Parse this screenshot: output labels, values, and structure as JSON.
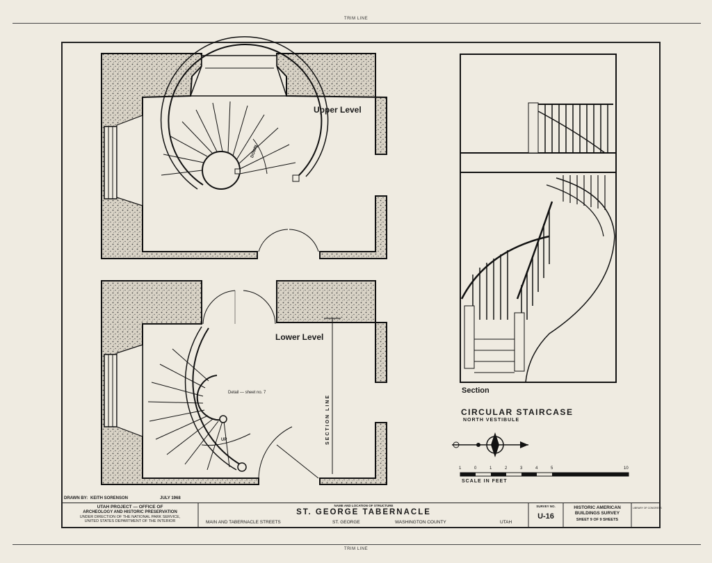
{
  "trim": {
    "top": "TRIM LINE",
    "bottom": "TRIM LINE"
  },
  "plan": {
    "upper_level": "Upper Level",
    "lower_level": "Lower Level",
    "down_arrow": "DOWN",
    "up_arrow": "UP",
    "detail_note": "Detail — sheet no. 7",
    "section_line": "SECTION LINE"
  },
  "section": {
    "label": "Section",
    "title": "CIRCULAR STAIRCASE",
    "subtitle": "NORTH VESTIBULE"
  },
  "scale": {
    "ticks": [
      "1",
      "0",
      "1",
      "2",
      "3",
      "4",
      "5",
      "10"
    ],
    "label": "SCALE IN FEET"
  },
  "drawn_by": {
    "label": "DRAWN BY:",
    "name": "KEITH SORENSON",
    "date": "JULY 1968"
  },
  "title_block": {
    "agency_line1": "UTAH PROJECT — OFFICE OF",
    "agency_line2": "ARCHEOLOGY AND HISTORIC PRESERVATION",
    "agency_line3": "UNDER DIRECTION OF THE NATIONAL PARK SERVICE,",
    "agency_line4": "UNITED STATES DEPARTMENT OF THE INTERIOR",
    "name_label": "NAME AND LOCATION OF STRUCTURE",
    "structure": "ST. GEORGE TABERNACLE",
    "address": "MAIN AND TABERNACLE STREETS",
    "city": "ST. GEORGE",
    "county": "WASHINGTON COUNTY",
    "state": "UTAH",
    "survey_label": "SURVEY NO.",
    "survey_no": "U-16",
    "habs_line1": "HISTORIC AMERICAN",
    "habs_line2": "BUILDINGS SURVEY",
    "sheet_text": "SHEET 9 OF 9 SHEETS",
    "stamp": "LIBRARY OF CONGRESS"
  }
}
